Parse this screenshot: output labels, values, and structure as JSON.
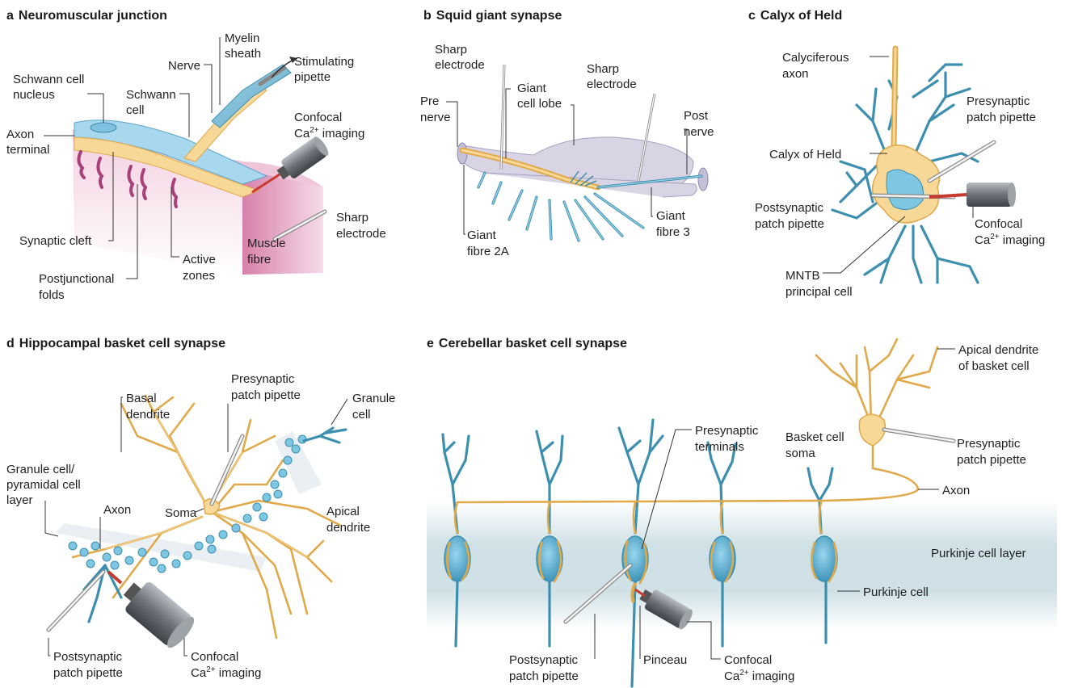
{
  "panels": {
    "a": {
      "letter": "a",
      "title": "Neuromuscular junction",
      "labels": {
        "schwann_nucleus_1": "Schwann cell",
        "schwann_nucleus_2": "nucleus",
        "nerve": "Nerve",
        "myelin_1": "Myelin",
        "myelin_2": "sheath",
        "stim_1": "Stimulating",
        "stim_2": "pipette",
        "schwann_cell_1": "Schwann",
        "schwann_cell_2": "cell",
        "axon_term_1": "Axon",
        "axon_term_2": "terminal",
        "confocal_1": "Confocal",
        "confocal_2a": "Ca",
        "confocal_2sup": "2+",
        "confocal_2b": " imaging",
        "synaptic_cleft": "Synaptic cleft",
        "sharp_1": "Sharp",
        "sharp_2": "electrode",
        "muscle_1": "Muscle",
        "muscle_2": "fibre",
        "active_1": "Active",
        "active_2": "zones",
        "postjunc_1": "Postjunctional",
        "postjunc_2": "folds"
      }
    },
    "b": {
      "letter": "b",
      "title": "Squid giant synapse",
      "labels": {
        "sharp1_1": "Sharp",
        "sharp1_2": "electrode",
        "giant_lobe_1": "Giant",
        "giant_lobe_2": "cell lobe",
        "sharp2_1": "Sharp",
        "sharp2_2": "electrode",
        "pre_1": "Pre",
        "pre_2": "nerve",
        "post_1": "Post",
        "post_2": "nerve",
        "gf2a_1": "Giant",
        "gf2a_2": "fibre 2A",
        "gf3_1": "Giant",
        "gf3_2": "fibre 3"
      }
    },
    "c": {
      "letter": "c",
      "title": "Calyx of Held",
      "labels": {
        "calyc_1": "Calyciferous",
        "calyc_2": "axon",
        "pre_patch_1": "Presynaptic",
        "pre_patch_2": "patch pipette",
        "calyx": "Calyx of Held",
        "post_patch_1": "Postsynaptic",
        "post_patch_2": "patch pipette",
        "confocal_1": "Confocal",
        "confocal_2a": "Ca",
        "confocal_2sup": "2+",
        "confocal_2b": " imaging",
        "mntb_1": "MNTB",
        "mntb_2": "principal cell"
      }
    },
    "d": {
      "letter": "d",
      "title": "Hippocampal basket cell synapse",
      "labels": {
        "basal_1": "Basal",
        "basal_2": "dendrite",
        "pre_patch_1": "Presynaptic",
        "pre_patch_2": "patch pipette",
        "granule_1": "Granule",
        "granule_2": "cell",
        "layer_1": "Granule cell/",
        "layer_2": "pyramidal cell",
        "layer_3": "layer",
        "axon": "Axon",
        "soma": "Soma",
        "apical_1": "Apical",
        "apical_2": "dendrite",
        "post_patch_1": "Postsynaptic",
        "post_patch_2": "patch pipette",
        "confocal_1": "Confocal",
        "confocal_2a": "Ca",
        "confocal_2sup": "2+",
        "confocal_2b": " imaging"
      }
    },
    "e": {
      "letter": "e",
      "title": "Cerebellar basket cell synapse",
      "labels": {
        "apical_1": "Apical dendrite",
        "apical_2": "of basket cell",
        "pre_term_1": "Presynaptic",
        "pre_term_2": "terminals",
        "soma_1": "Basket cell",
        "soma_2": "soma",
        "pre_patch_1": "Presynaptic",
        "pre_patch_2": "patch pipette",
        "axon": "Axon",
        "purkinje_layer": "Purkinje cell layer",
        "purkinje_cell": "Purkinje cell",
        "post_patch_1": "Postsynaptic",
        "post_patch_2": "patch pipette",
        "pinceau": "Pinceau",
        "confocal_1": "Confocal",
        "confocal_2a": "Ca",
        "confocal_2sup": "2+",
        "confocal_2b": " imaging"
      }
    }
  },
  "colors": {
    "axon": "#e0a94a",
    "axon_fill": "#f8d896",
    "dendrite_blue": "#3d8fb0",
    "blue_fill": "#7ec7e3",
    "muscle_pink": "#e8b3cc",
    "fold_purple": "#a8407c",
    "squid_gray": "#d9d4e4",
    "layer_band": "#c9dde2"
  }
}
